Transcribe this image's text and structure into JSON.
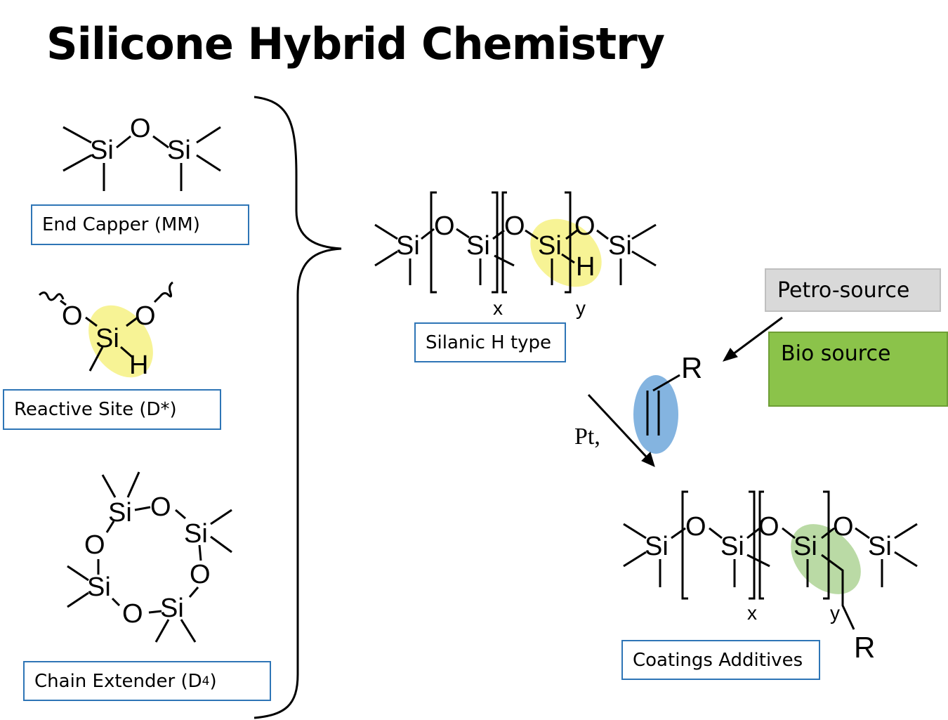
{
  "title": "Silicone Hybrid Chemistry",
  "labels": {
    "end_capper": "End Capper (MM)",
    "reactive_site": "Reactive Site (D*)",
    "chain_extender": "Chain Extender (D",
    "chain_extender_sub": "4",
    "chain_extender_close": ")",
    "silanic_h": "Silanic H type",
    "coatings_additives": "Coatings Additives",
    "petro_source": "Petro-source",
    "bio_source": "Bio source",
    "catalyst": "Pt,"
  },
  "atoms": {
    "si": "Si",
    "o": "O",
    "h": "H",
    "r": "R",
    "x": "x",
    "y": "y"
  },
  "colors": {
    "box_border": "#2e75b6",
    "highlight_yellow": "#f5f07a",
    "highlight_green": "#a9d18e",
    "highlight_blue": "#5b9bd5",
    "petro_fill": "#d9d9d9",
    "bio_fill": "#8bc34a"
  }
}
